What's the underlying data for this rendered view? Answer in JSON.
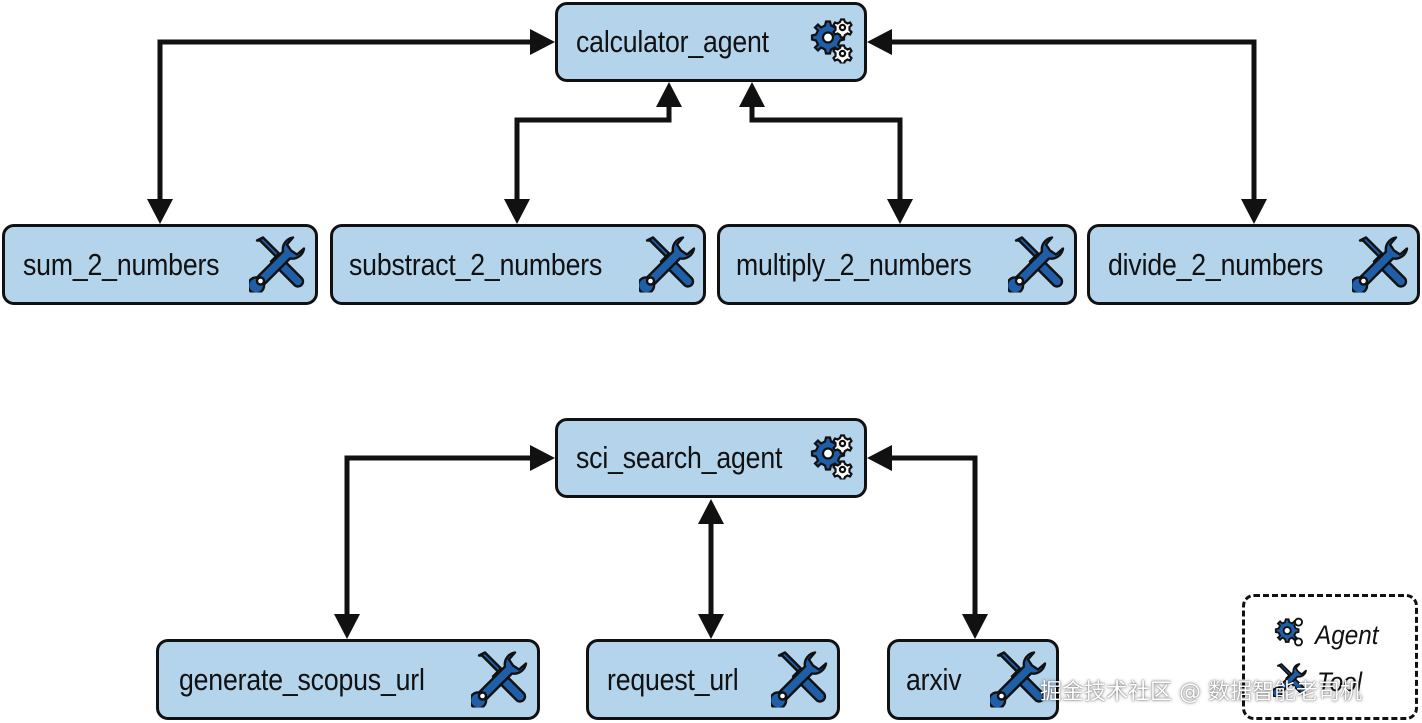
{
  "agents": {
    "calculator": {
      "label": "calculator_agent",
      "icon": "gears-icon"
    },
    "sci_search": {
      "label": "sci_search_agent",
      "icon": "gears-icon"
    }
  },
  "tools": {
    "sum": {
      "label": "sum_2_numbers",
      "icon": "wrench-screwdriver-icon"
    },
    "substract": {
      "label": "substract_2_numbers",
      "icon": "wrench-screwdriver-icon"
    },
    "multiply": {
      "label": "multiply_2_numbers",
      "icon": "wrench-screwdriver-icon"
    },
    "divide": {
      "label": "divide_2_numbers",
      "icon": "wrench-screwdriver-icon"
    },
    "scopus": {
      "label": "generate_scopus_url",
      "icon": "wrench-screwdriver-icon"
    },
    "request": {
      "label": "request_url",
      "icon": "wrench-screwdriver-icon"
    },
    "arxiv": {
      "label": "arxiv",
      "icon": "wrench-screwdriver-icon"
    }
  },
  "legend": {
    "agent_label": "Agent",
    "tool_label": "Tool"
  },
  "watermark": "掘金技术社区 @ 数据智能老司机",
  "colors": {
    "node_fill": "#b4d4ec",
    "outline": "#111111",
    "icon_blue": "#1f5fa8"
  }
}
